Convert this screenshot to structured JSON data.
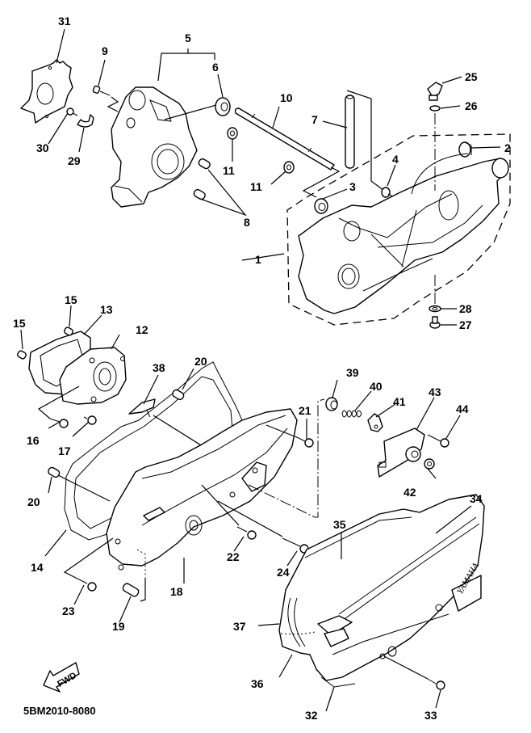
{
  "diagram": {
    "title_code": "5BM2010-8080",
    "direction_badge": "FWD",
    "cover_brand": "YAMAHA",
    "callouts": [
      {
        "id": "c1",
        "label": "1"
      },
      {
        "id": "c2",
        "label": "2"
      },
      {
        "id": "c3",
        "label": "3"
      },
      {
        "id": "c4",
        "label": "4"
      },
      {
        "id": "c5",
        "label": "5"
      },
      {
        "id": "c6",
        "label": "6"
      },
      {
        "id": "c7",
        "label": "7"
      },
      {
        "id": "c8",
        "label": "8"
      },
      {
        "id": "c9",
        "label": "9"
      },
      {
        "id": "c10",
        "label": "10"
      },
      {
        "id": "c11a",
        "label": "11"
      },
      {
        "id": "c11b",
        "label": "11"
      },
      {
        "id": "c12",
        "label": "12"
      },
      {
        "id": "c13",
        "label": "13"
      },
      {
        "id": "c14",
        "label": "14"
      },
      {
        "id": "c15a",
        "label": "15"
      },
      {
        "id": "c15b",
        "label": "15"
      },
      {
        "id": "c16",
        "label": "16"
      },
      {
        "id": "c17",
        "label": "17"
      },
      {
        "id": "c18",
        "label": "18"
      },
      {
        "id": "c19",
        "label": "19"
      },
      {
        "id": "c20a",
        "label": "20"
      },
      {
        "id": "c20b",
        "label": "20"
      },
      {
        "id": "c21",
        "label": "21"
      },
      {
        "id": "c22",
        "label": "22"
      },
      {
        "id": "c23",
        "label": "23"
      },
      {
        "id": "c24",
        "label": "24"
      },
      {
        "id": "c25",
        "label": "25"
      },
      {
        "id": "c26",
        "label": "26"
      },
      {
        "id": "c27",
        "label": "27"
      },
      {
        "id": "c28",
        "label": "28"
      },
      {
        "id": "c29",
        "label": "29"
      },
      {
        "id": "c30",
        "label": "30"
      },
      {
        "id": "c31",
        "label": "31"
      },
      {
        "id": "c32",
        "label": "32"
      },
      {
        "id": "c33",
        "label": "33"
      },
      {
        "id": "c34",
        "label": "34"
      },
      {
        "id": "c35",
        "label": "35"
      },
      {
        "id": "c36",
        "label": "36"
      },
      {
        "id": "c37",
        "label": "37"
      },
      {
        "id": "c38",
        "label": "38"
      },
      {
        "id": "c39",
        "label": "39"
      },
      {
        "id": "c40",
        "label": "40"
      },
      {
        "id": "c41",
        "label": "41"
      },
      {
        "id": "c42",
        "label": "42"
      },
      {
        "id": "c43",
        "label": "43"
      },
      {
        "id": "c44",
        "label": "44"
      }
    ]
  }
}
